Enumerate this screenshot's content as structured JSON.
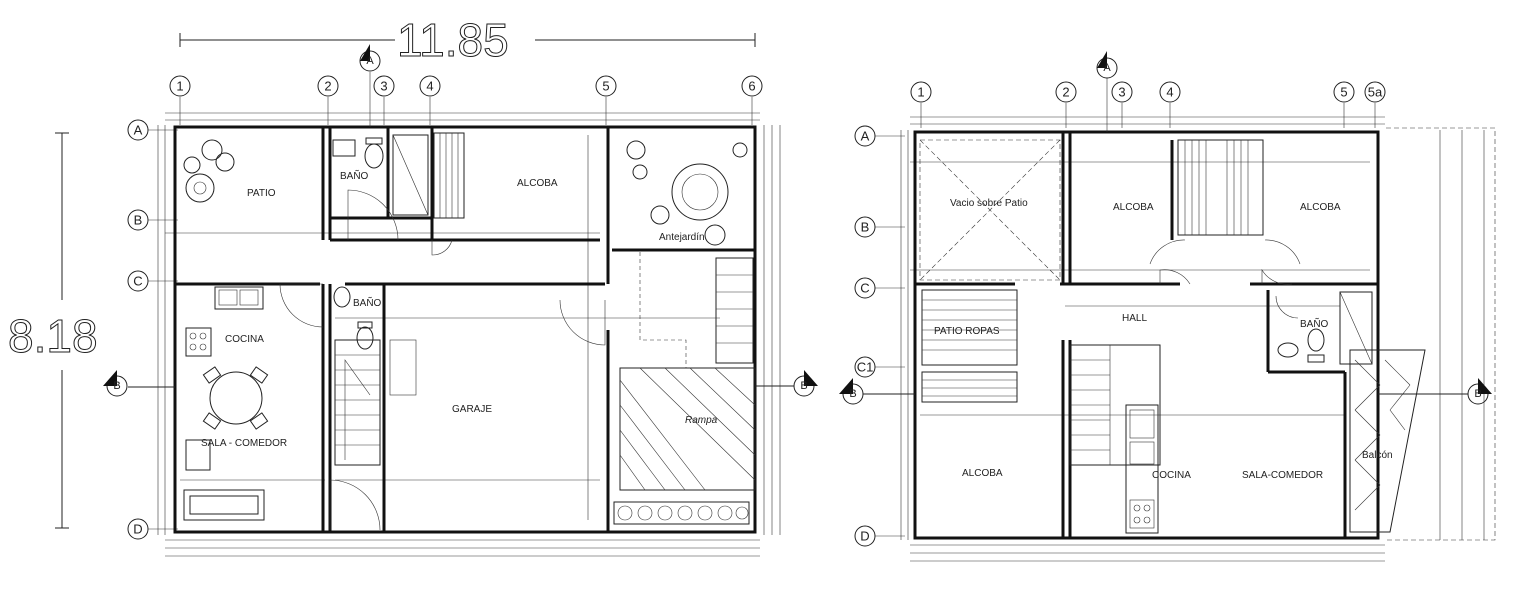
{
  "overall_width": "11.85",
  "overall_depth": "8.18",
  "col_axes_left": [
    "1",
    "2",
    "3",
    "4",
    "5",
    "6"
  ],
  "col_axes_right": [
    "1",
    "2",
    "3",
    "4",
    "5",
    "5a"
  ],
  "row_axes_left": [
    "A",
    "B",
    "C",
    "D"
  ],
  "row_axes_right": [
    "A",
    "B",
    "C",
    "C1",
    "D"
  ],
  "section_marks": {
    "a": "A",
    "b": "B"
  },
  "ground_floor": {
    "patio": "PATIO",
    "bano_top": "BAÑO",
    "alcoba": "ALCOBA",
    "antejardin": "Antejardín",
    "bano_mid": "BAÑO",
    "cocina": "COCINA",
    "sala_comedor": "SALA - COMEDOR",
    "garaje": "GARAJE",
    "rampa": "Rampa"
  },
  "upper_floor": {
    "vacio": "Vacio sobre Patio",
    "alcoba_1": "ALCOBA",
    "alcoba_2": "ALCOBA",
    "patio_ropas": "PATIO ROPAS",
    "hall": "HALL",
    "bano": "BAÑO",
    "alcoba_3": "ALCOBA",
    "cocina": "COCINA",
    "sala_comedor": "SALA-COMEDOR",
    "balcon": "Balcón"
  }
}
